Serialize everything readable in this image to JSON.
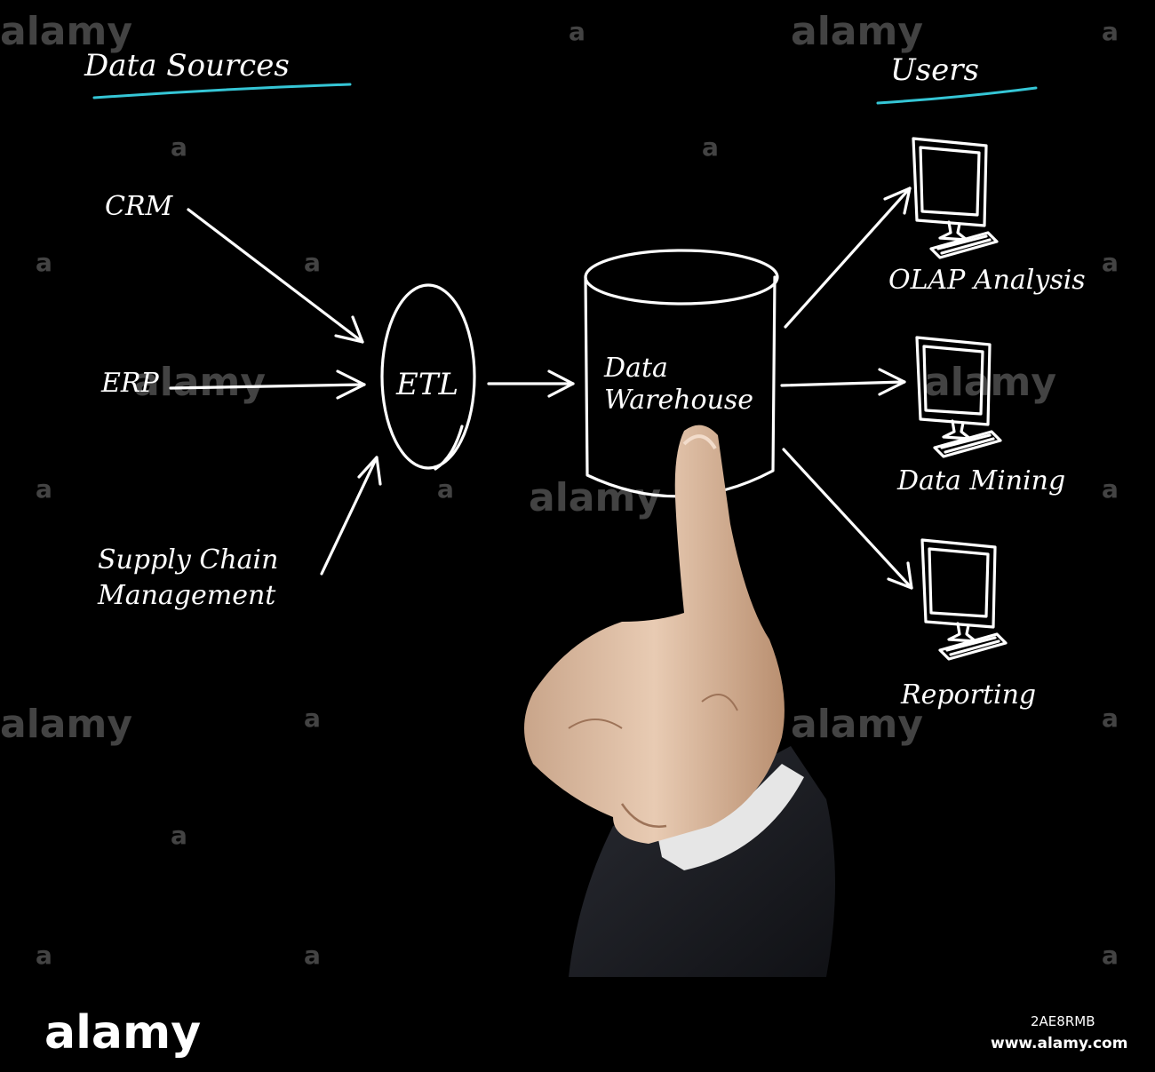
{
  "headings": {
    "sources": "Data Sources",
    "users": "Users"
  },
  "sources": {
    "crm": "CRM",
    "erp": "ERP",
    "scm_line1": "Supply Chain",
    "scm_line2": "Management"
  },
  "process": {
    "etl": "ETL",
    "dw_line1": "Data",
    "dw_line2": "Warehouse"
  },
  "outputs": {
    "olap": "OLAP Analysis",
    "mining": "Data Mining",
    "reporting": "Reporting"
  },
  "watermark": {
    "brand": "alamy",
    "image_id": "2AE8RMB",
    "site": "www.alamy.com",
    "tile": "a"
  },
  "colors": {
    "background": "#000000",
    "chalk": "#ffffff",
    "underline_accent": "#35c6d6"
  }
}
